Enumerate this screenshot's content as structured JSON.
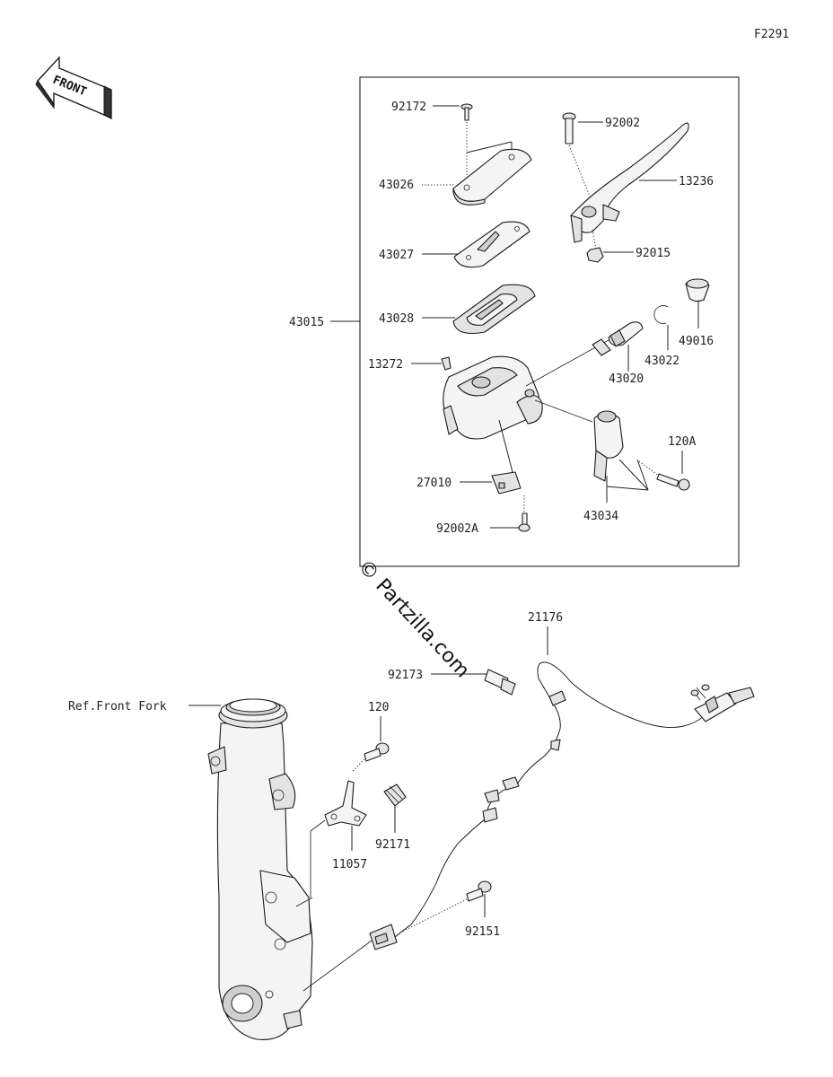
{
  "diagram_code": "F2291",
  "direction_label": "FRONT",
  "watermark": "© Partzilla.com",
  "ref_label": "Ref.Front Fork",
  "parts": {
    "p92172": "92172",
    "p43026": "43026",
    "p43027": "43027",
    "p43028": "43028",
    "p43015": "43015",
    "p13272": "13272",
    "p27010": "27010",
    "p92002A": "92002A",
    "p92002": "92002",
    "p13236": "13236",
    "p92015": "92015",
    "p49016": "49016",
    "p43022": "43022",
    "p43020": "43020",
    "p120A": "120A",
    "p43034": "43034",
    "p21176": "21176",
    "p92173": "92173",
    "p120": "120",
    "p92171": "92171",
    "p11057": "11057",
    "p92151": "92151"
  }
}
